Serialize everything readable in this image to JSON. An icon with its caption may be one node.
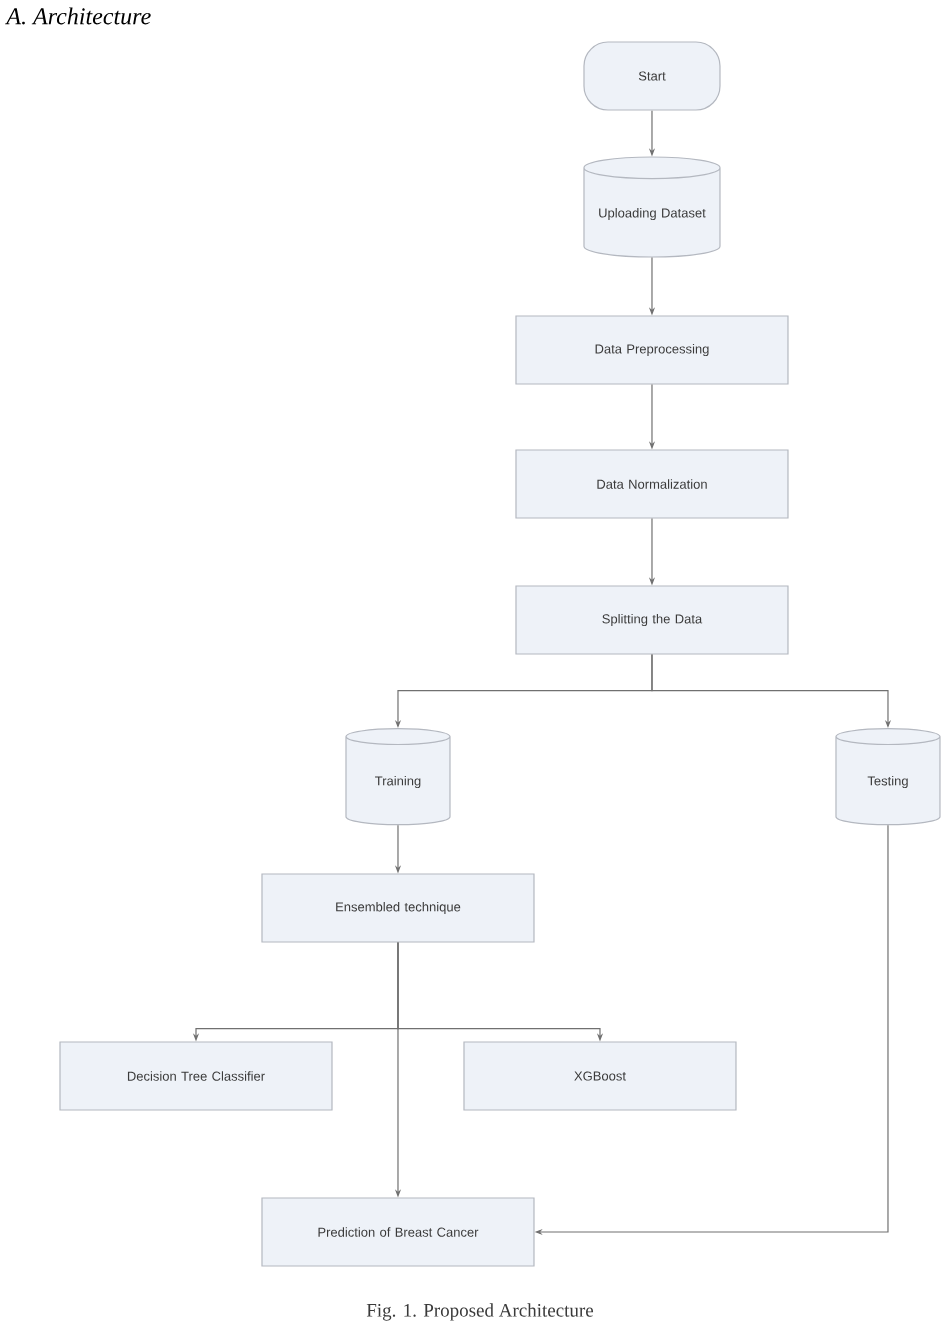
{
  "diagram": {
    "title": "A. Architecture",
    "caption": "Fig. 1. Proposed Architecture",
    "nodes": [
      {
        "text": [
          "Start"
        ]
      },
      {
        "text": [
          "Uploading Dataset"
        ]
      },
      {
        "text": [
          "Data Preprocessing"
        ]
      },
      {
        "text": [
          "Data Normalization"
        ]
      },
      {
        "text": [
          "Splitting the Data"
        ]
      },
      {
        "text": [
          "Training"
        ]
      },
      {
        "text": [
          "Testing"
        ]
      },
      {
        "text": [
          "Ensembled technique"
        ]
      },
      {
        "text": [
          "Decision Tree Classifier"
        ]
      },
      {
        "text": [
          "XGBoost"
        ]
      },
      {
        "text": [
          "Prediction of Breast Cancer"
        ]
      }
    ],
    "edges": [
      {
        "from": 0,
        "to": 1,
        "arrow": "to"
      },
      {
        "from": 1,
        "to": 2,
        "arrow": "to"
      },
      {
        "from": 2,
        "to": 3,
        "arrow": "to"
      },
      {
        "from": 3,
        "to": 4,
        "arrow": "to"
      },
      {
        "from": 4,
        "to": 5,
        "arrow": "to"
      },
      {
        "from": 4,
        "to": 6,
        "arrow": "to"
      },
      {
        "from": 5,
        "to": 7,
        "arrow": "to"
      },
      {
        "from": 7,
        "to": 8,
        "arrow": "to"
      },
      {
        "from": 7,
        "to": 9,
        "arrow": "to"
      },
      {
        "from": 7,
        "to": 10,
        "arrow": "to"
      },
      {
        "from": 6,
        "to": 10,
        "arrow": "to"
      }
    ]
  }
}
